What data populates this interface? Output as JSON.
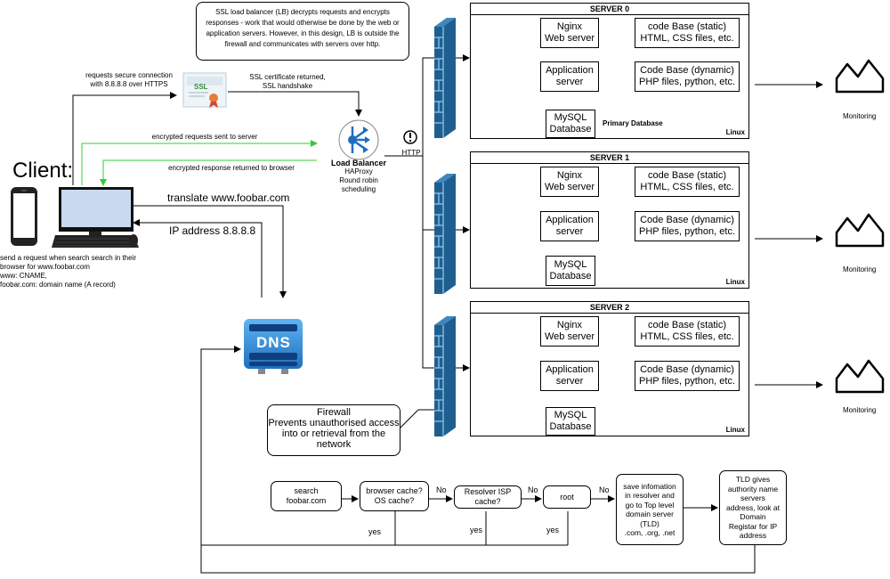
{
  "note": "SSL load balancer (LB) decrypts requests and encrypts responses - work that would otherwise be done by the web or application servers. However, in this design, LB is outside the firewall and communicates with servers over http.",
  "client": {
    "title": "Client:",
    "description_lines": [
      "send a request when search search in their",
      "browser for www.foobar.com",
      "www: CNAME,",
      "foobar.com: domain name (A record)"
    ]
  },
  "arrows": {
    "secure_connection": [
      "requests secure connection",
      "with 8.8.8.8 over HTTPS"
    ],
    "ssl_returned": [
      "SSL certificate returned,",
      "SSL handshake"
    ],
    "encrypted_requests": "encrypted requests sent to server",
    "encrypted_response": "encrypted response returned to browser",
    "translate": "translate www.foobar.com",
    "ip_address": "IP address 8.8.8.8",
    "http": "HTTP"
  },
  "ssl_icon_label": "SSL",
  "dns_icon_label": "DNS",
  "load_balancer": {
    "title": "Load Balancer",
    "lines": [
      "HAProxy",
      "Round robin",
      "scheduling"
    ]
  },
  "firewall_note": {
    "title": "Firewall",
    "body": "Prevents unauthorised access into or retrieval from the network"
  },
  "servers": [
    {
      "name": "SERVER 0",
      "web": [
        "Nginx",
        "Web server"
      ],
      "app": [
        "Application",
        "server"
      ],
      "db": [
        "MySQL",
        "Database"
      ],
      "static": [
        "code Base (static)",
        "HTML, CSS files, etc."
      ],
      "dynamic": [
        "Code Base (dynamic)",
        "PHP files, python, etc."
      ],
      "os": "Linux",
      "extra": "Primary Database"
    },
    {
      "name": "SERVER 1",
      "web": [
        "Nginx",
        "Web server"
      ],
      "app": [
        "Application",
        "server"
      ],
      "db": [
        "MySQL",
        "Database"
      ],
      "static": [
        "code Base (static)",
        "HTML, CSS files, etc."
      ],
      "dynamic": [
        "Code Base (dynamic)",
        "PHP files, python, etc."
      ],
      "os": "Linux",
      "extra": ""
    },
    {
      "name": "SERVER 2",
      "web": [
        "Nginx",
        "Web server"
      ],
      "app": [
        "Application",
        "server"
      ],
      "db": [
        "MySQL",
        "Database"
      ],
      "static": [
        "code Base (static)",
        "HTML, CSS files, etc."
      ],
      "dynamic": [
        "Code Base (dynamic)",
        "PHP files, python, etc."
      ],
      "os": "Linux",
      "extra": ""
    }
  ],
  "monitoring_label": "Monitoring",
  "dns_flow": {
    "search": [
      "search",
      "foobar.com"
    ],
    "browser_cache": [
      "browser cache?",
      "OS cache?"
    ],
    "resolver": [
      "Resolver ISP",
      "cache?"
    ],
    "root": "root",
    "save_info": [
      "save infomation",
      "in resolver and",
      "go to Top level",
      "domain server",
      "(TLD)",
      ".com, .org, .net"
    ],
    "tld": [
      "TLD gives",
      "authority name",
      "servers",
      "address, look at",
      "Domain",
      "Registar for IP",
      "address"
    ],
    "no": "No",
    "yes": "yes"
  }
}
